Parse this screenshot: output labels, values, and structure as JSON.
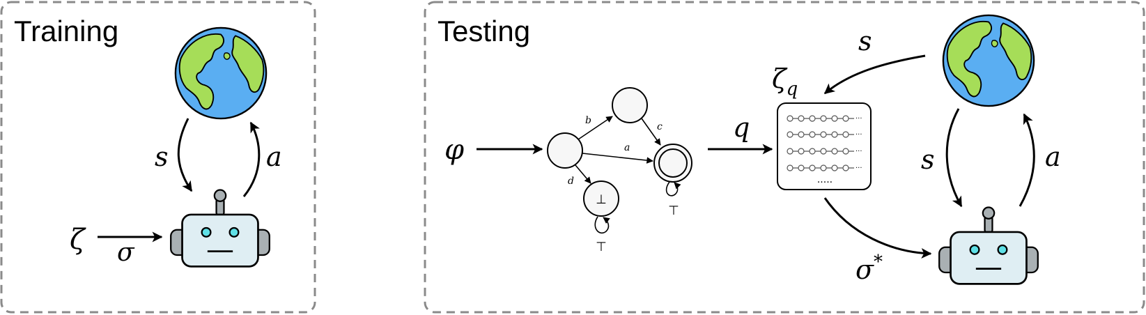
{
  "training": {
    "title": "Training",
    "state_label": "s",
    "action_label": "a",
    "task_label": "ζ",
    "policy_label": "σ"
  },
  "testing": {
    "title": "Testing",
    "formula_label": "φ",
    "query_label": "q",
    "task_set_label": "ζ",
    "task_set_subscript": "q",
    "state_top_label": "s",
    "state_label": "s",
    "action_label": "a",
    "policy_label": "σ",
    "policy_superscript": "*",
    "automaton": {
      "edge_labels": {
        "b": "b",
        "c": "c",
        "a": "a",
        "d": "d"
      },
      "reject_symbol": "⊥",
      "accept_loop_symbol": "⊤",
      "reject_loop_symbol": "⊤"
    },
    "task_list_ellipsis": "....."
  },
  "colors": {
    "border": "#8a8a8a",
    "ocean": "#5aaef2",
    "land": "#a6dd58",
    "robot_body": "#dfeef3",
    "robot_gray": "#a9b0b3",
    "robot_eye": "#5fe0e6",
    "node_fill": "#f7f7f7"
  }
}
